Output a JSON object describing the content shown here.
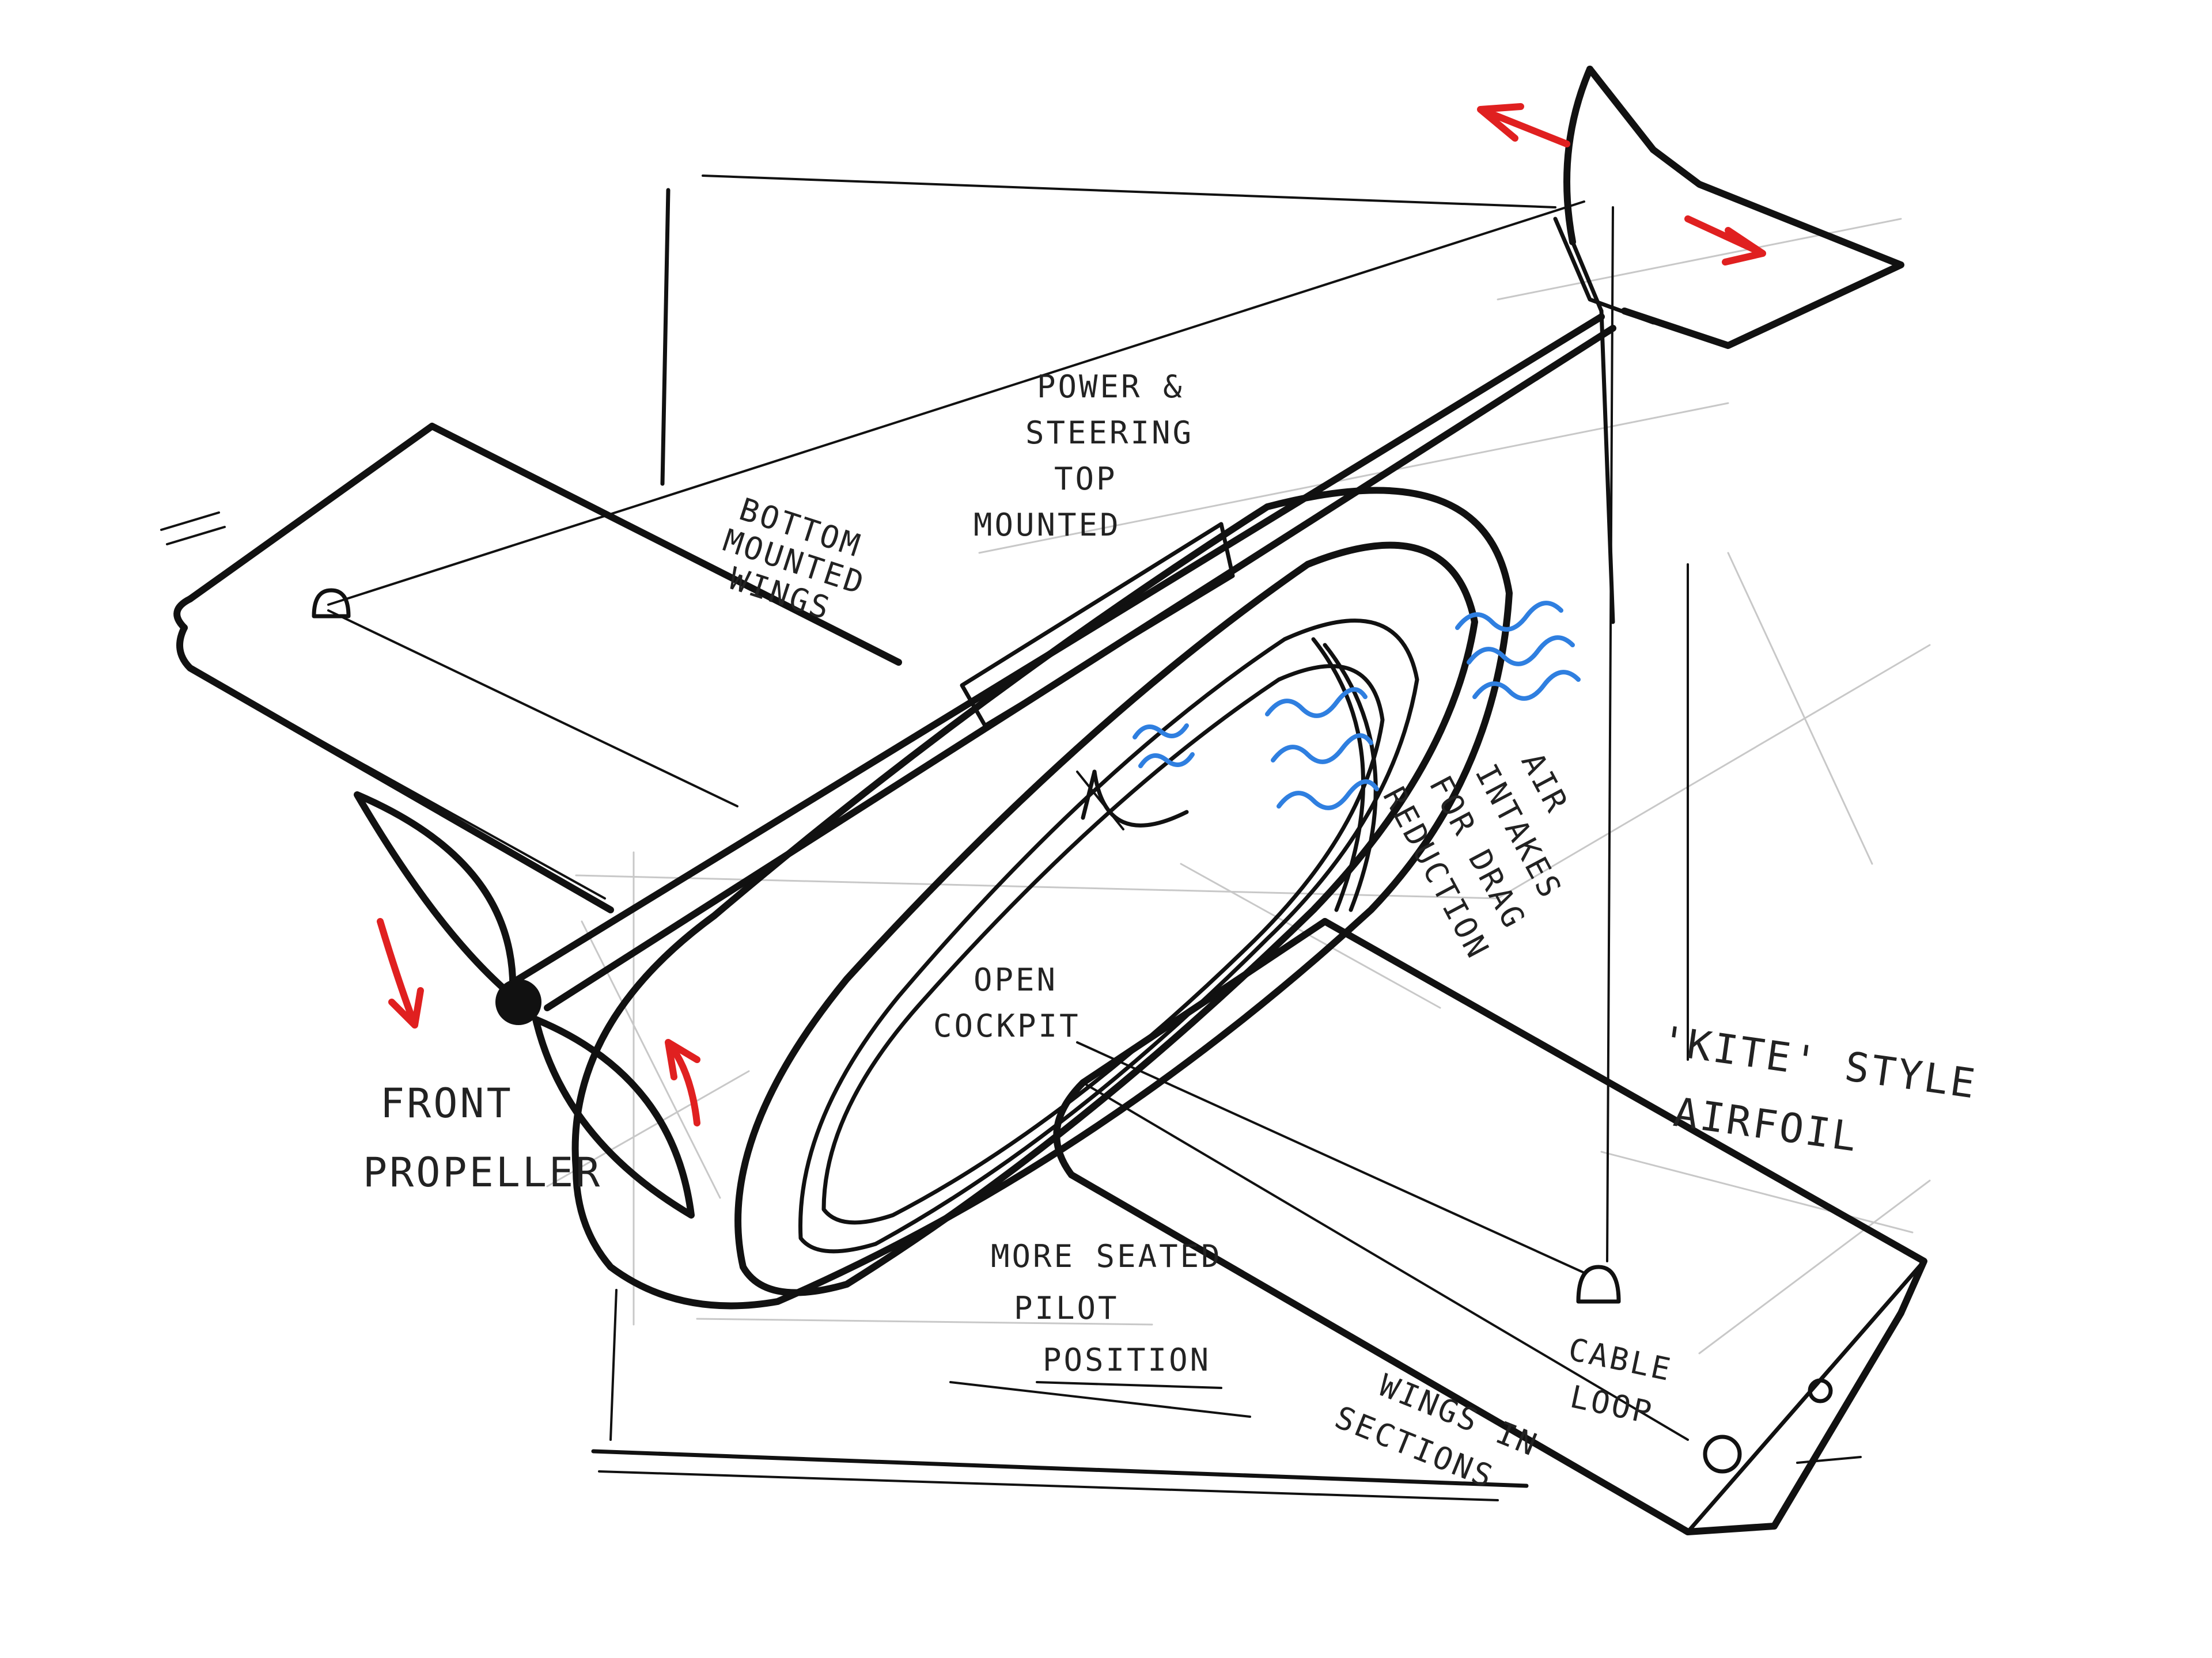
{
  "annotations": {
    "power_steering": [
      "POWER &",
      "STEERING",
      "TOP",
      "MOUNTED"
    ],
    "bottom_wings": [
      "BOTTOM",
      "MOUNTED",
      "WINGS"
    ],
    "air_intakes": [
      "AIR",
      "INTAKES",
      "FOR DRAG",
      "REDUCTION"
    ],
    "open_cockpit": [
      "OPEN",
      "COCKPIT"
    ],
    "kite_airfoil": [
      "'KITE' STYLE",
      "AIRFOIL"
    ],
    "front_propeller": [
      "FRONT",
      "PROPELLER"
    ],
    "seated_pilot": [
      "MORE SEATED",
      "PILOT",
      "POSITION"
    ],
    "cable_loop": [
      "CABLE",
      "LOOP"
    ],
    "wings_sections": [
      "WINGS IN",
      "SECTIONS"
    ]
  },
  "colors": {
    "ink": "#111111",
    "arrow": "#e02020",
    "airflow": "#2f7fe0",
    "guide": "#c8c8c8"
  },
  "icons": {
    "motion_arrows": "red-arrow-icon",
    "airflow_lines": "wavy-airflow-icon"
  }
}
